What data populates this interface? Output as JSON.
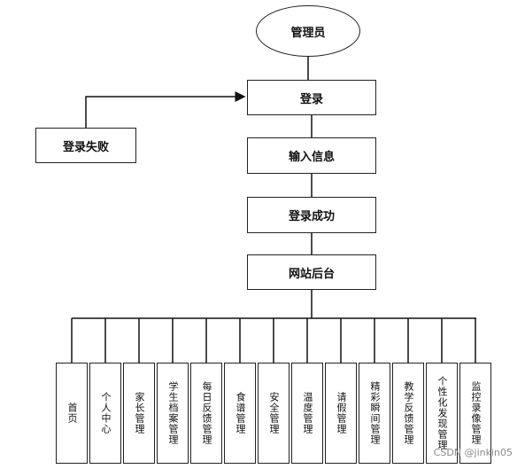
{
  "nodes": {
    "admin": "管理员",
    "login": "登录",
    "login_failed": "登录失败",
    "input_info": "输入信息",
    "login_success": "登录成功",
    "backend": "网站后台"
  },
  "modules": [
    "首页",
    "个人中心",
    "家长管理",
    "学生档案管理",
    "每日反馈管理",
    "食谱管理",
    "安全管理",
    "温度管理",
    "请假管理",
    "精彩瞬间管理",
    "教学反馈管理",
    "个性化发现管理",
    "监控录像管理"
  ],
  "watermark": "CSDN @jinkin05"
}
